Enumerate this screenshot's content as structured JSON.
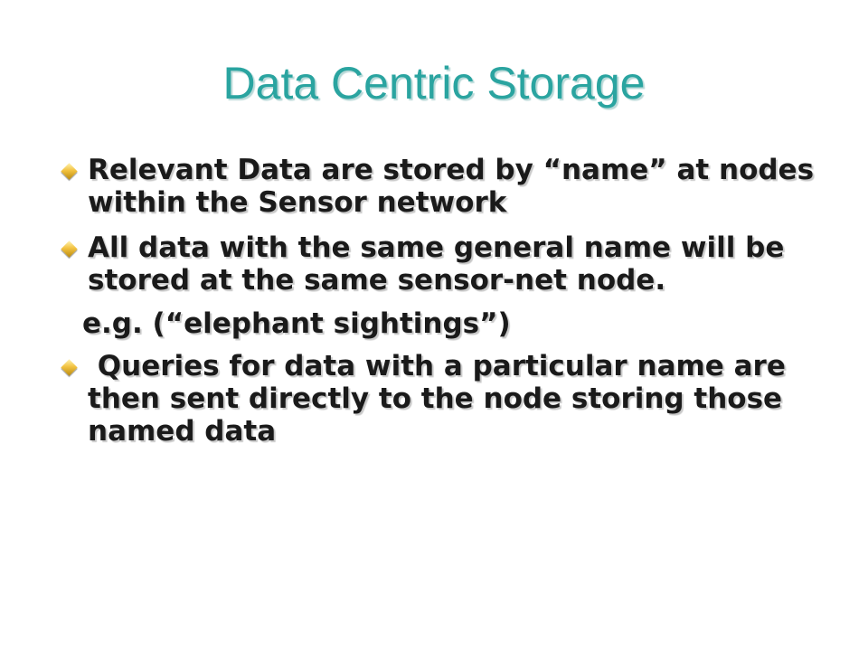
{
  "slide": {
    "title": "Data Centric Storage",
    "bullets": [
      {
        "text": "Relevant Data are stored by “name” at nodes within the Sensor network",
        "icon": "diamond-bullet-icon"
      },
      {
        "text": "All data with the same general name will be stored at the same sensor-net node.",
        "icon": "diamond-bullet-icon"
      },
      {
        "text": " Queries for data with a particular name are then sent directly to the node storing those named data",
        "icon": "diamond-bullet-icon"
      }
    ],
    "example": "e.g. (“elephant sightings”)"
  },
  "colors": {
    "title": "#2aa4a0",
    "text": "#1a1a1a",
    "bullet": "#f2c240",
    "background": "#ffffff"
  }
}
